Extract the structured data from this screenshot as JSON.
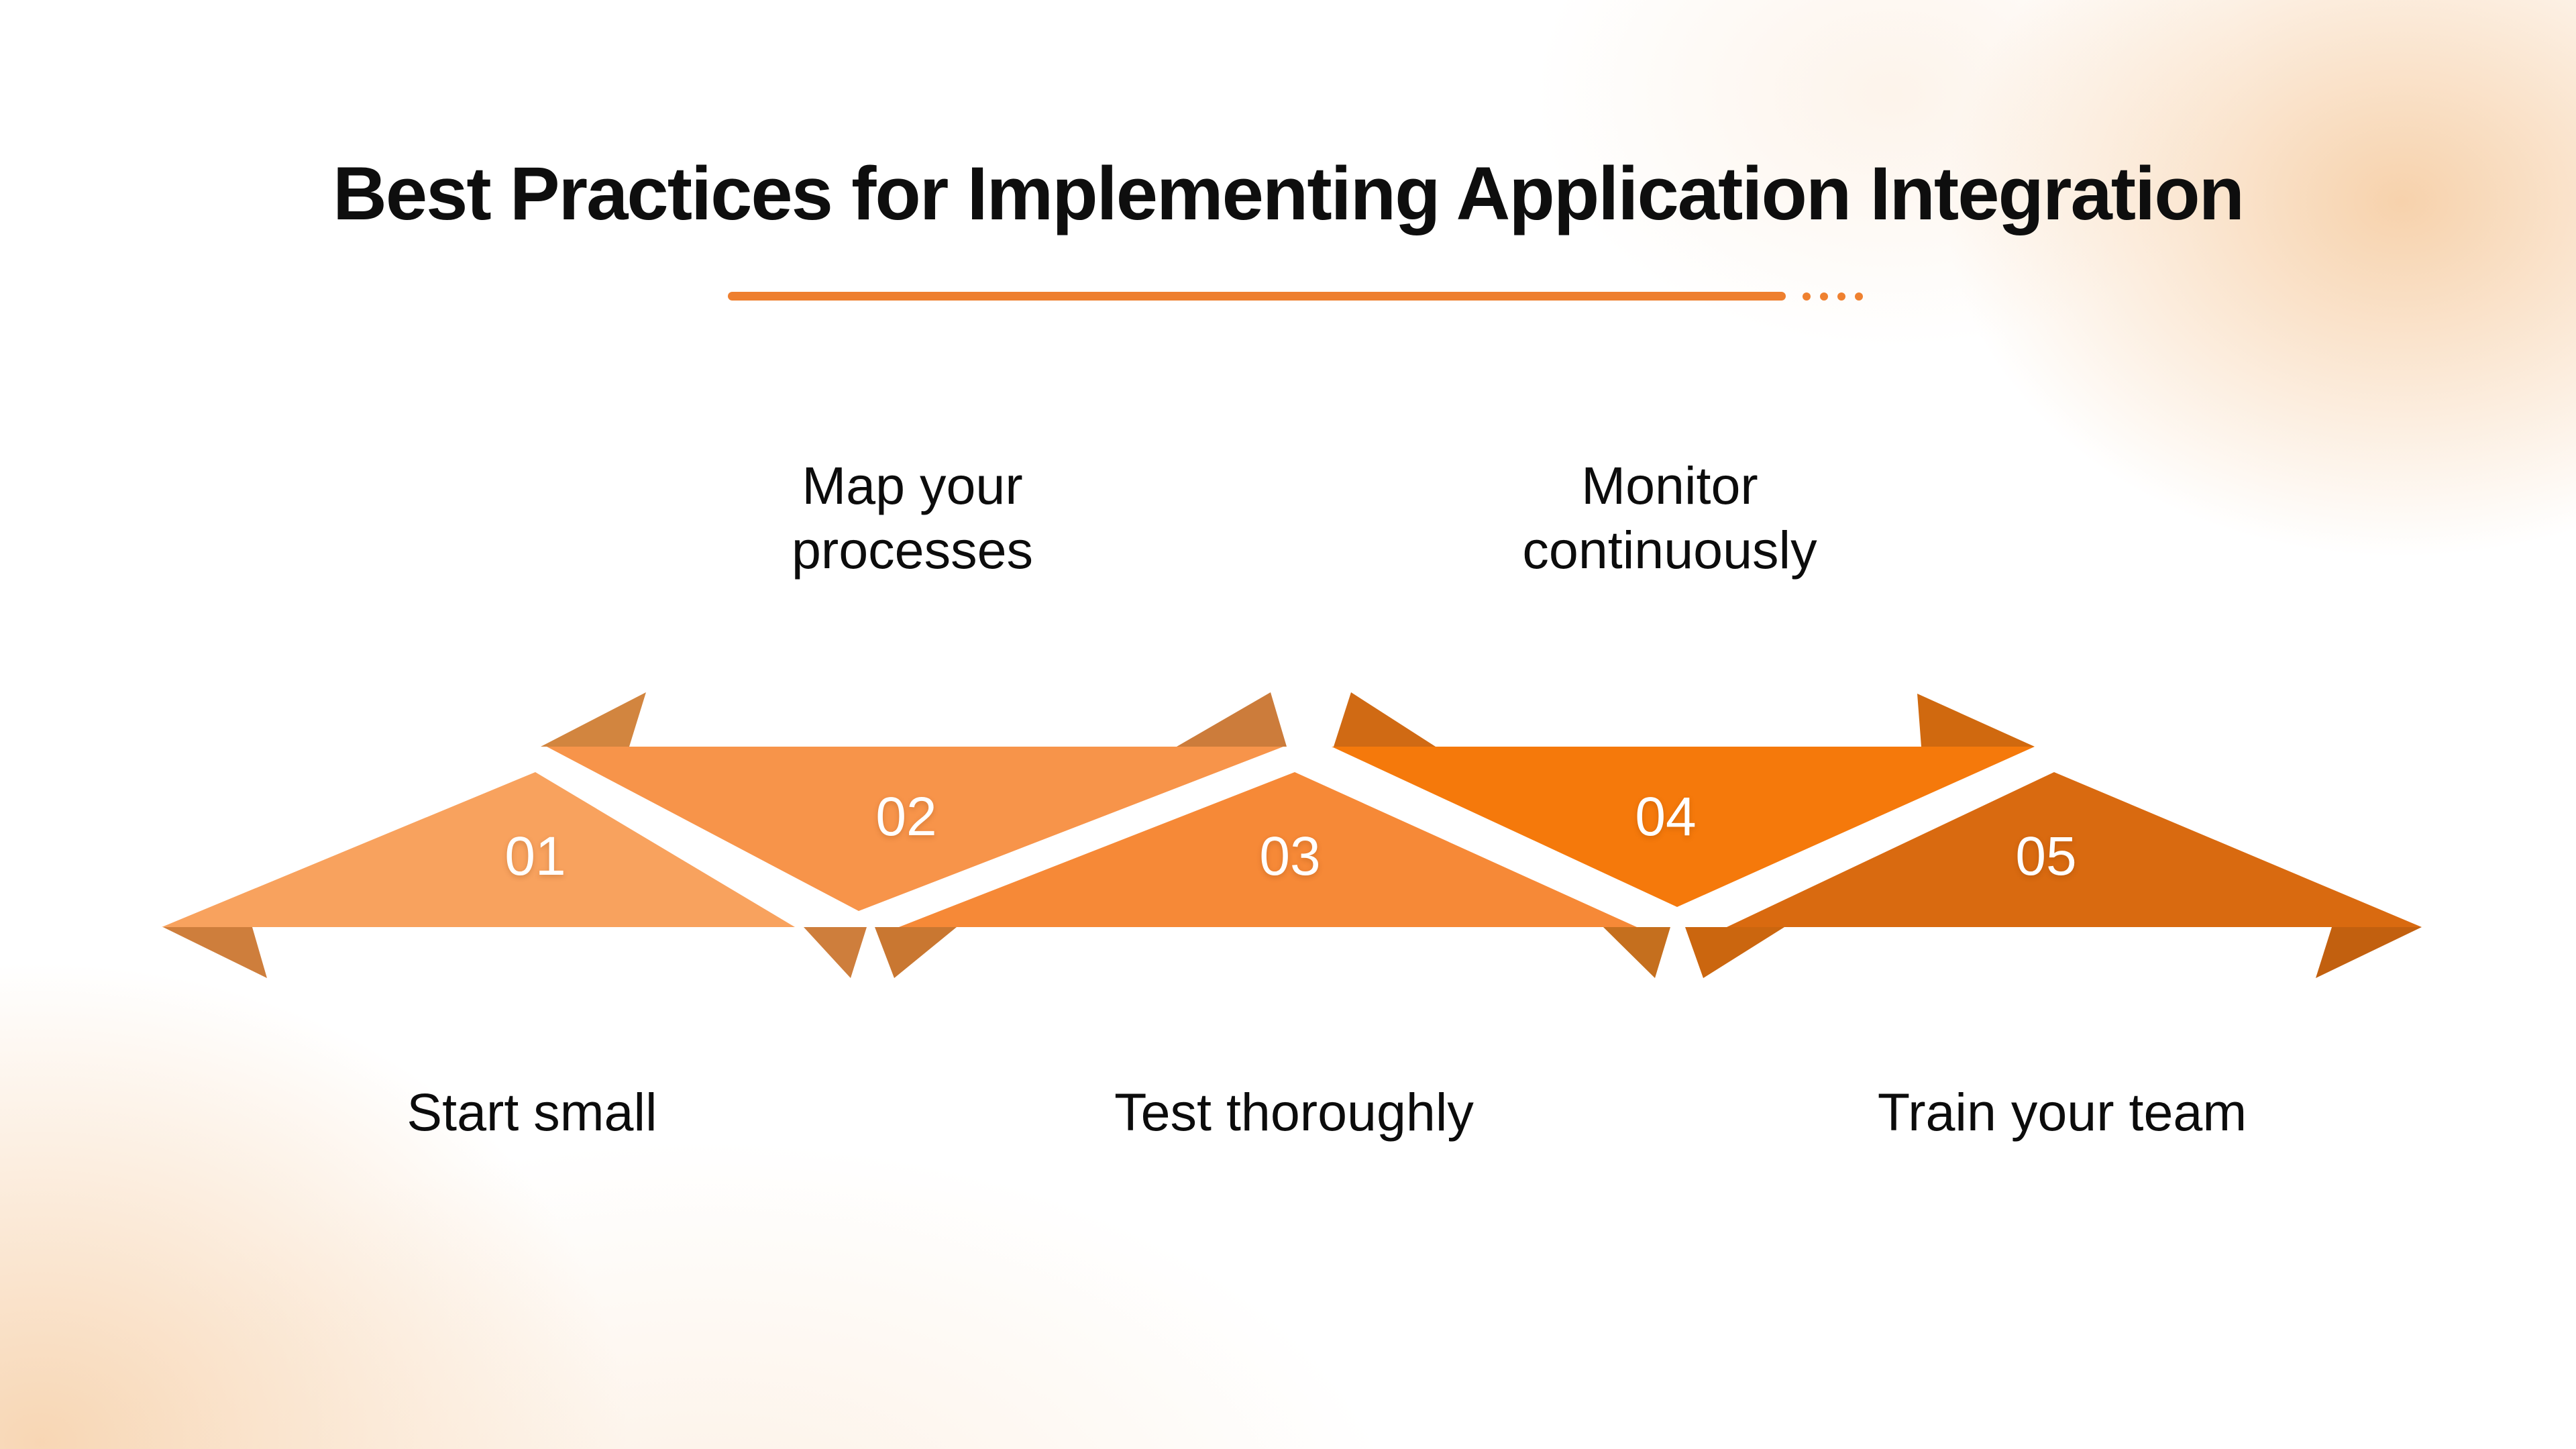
{
  "title": "Best Practices for Implementing Application Integration",
  "divider": {
    "color": "#EE7F2F",
    "dot_color": "#EF8130",
    "dot_count": 4
  },
  "steps": [
    {
      "number": "01",
      "label": "Start small",
      "label_lines": [
        "Start small"
      ],
      "label_position": "below",
      "color": "#F8A25E"
    },
    {
      "number": "02",
      "label": "Map your processes",
      "label_lines": [
        "Map your",
        "processes"
      ],
      "label_position": "above",
      "color": "#F7944A"
    },
    {
      "number": "03",
      "label": "Test thoroughly",
      "label_lines": [
        "Test thoroughly"
      ],
      "label_position": "below",
      "color": "#F68937"
    },
    {
      "number": "04",
      "label": "Monitor continuously",
      "label_lines": [
        "Monitor",
        "continuously"
      ],
      "label_position": "above",
      "color": "#F5790B"
    },
    {
      "number": "05",
      "label": "Train your team",
      "label_lines": [
        "Train your team"
      ],
      "label_position": "below",
      "color": "#D96A10"
    }
  ],
  "folds": {
    "tip_left": "#CE7E3C",
    "j1": "#D2853F",
    "d2_left": "#CE7E3C",
    "d2_right": "#C97731",
    "j3_left": "#CC7C3B",
    "j3_right": "#D06A14",
    "d4_left": "#C56F1E",
    "d4_right": "#CB660F",
    "j5": "#D0690F",
    "tip_right": "#C2600F"
  },
  "colors": {
    "title_text": "#0E0E0E",
    "label_text": "#0C0C0C",
    "number_text": "#FFFFFF",
    "accent": "#EE7F2F",
    "background_base": "#FFFFFF",
    "background_tint": "#F6CDA3"
  }
}
